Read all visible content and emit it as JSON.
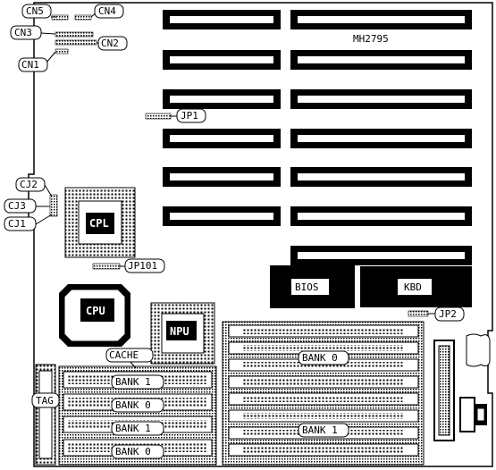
{
  "board": {
    "model": "MH2795"
  },
  "labels": {
    "cn5": "CN5",
    "cn4": "CN4",
    "cn3": "CN3",
    "cn2": "CN2",
    "cn1": "CN1",
    "jp1": "JP1",
    "cj2": "CJ2",
    "cj3": "CJ3",
    "cj1": "CJ1",
    "jp101": "JP101",
    "jp2": "JP2",
    "tag": "TAG",
    "cache": "CACHE"
  },
  "chips": {
    "cpl": "CPL",
    "cpu": "CPU",
    "npu": "NPU",
    "bios": "BIOS",
    "kbd": "KBD"
  },
  "cache_banks": [
    "BANK 1",
    "BANK 0",
    "BANK 1",
    "BANK 0"
  ],
  "simm_banks": [
    "BANK 0",
    "BANK 1"
  ],
  "colors": {
    "line": "#000000",
    "background": "#ffffff"
  }
}
